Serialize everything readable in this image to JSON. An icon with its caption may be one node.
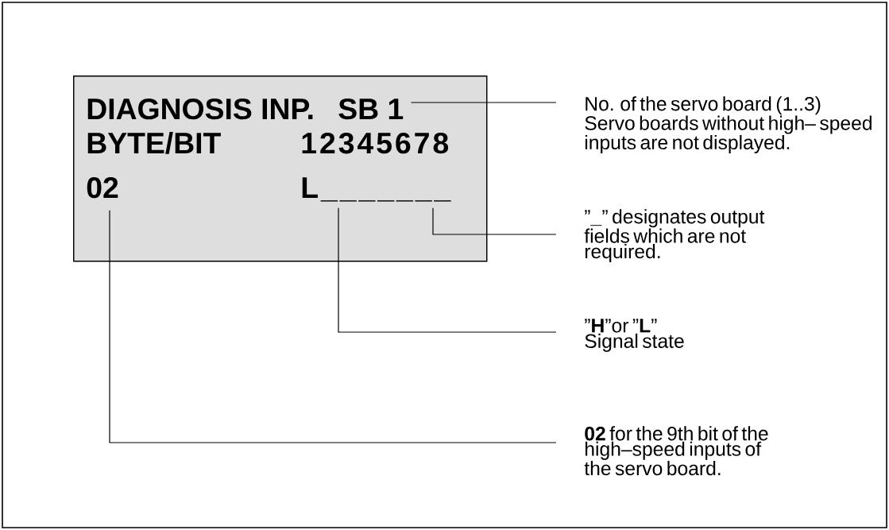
{
  "diagram": {
    "nodes": [
      {
        "text": [],
        "shape": "box"
      },
      {
        "text": [
          "DIAGNOSIS INP."
        ],
        "in": 0
      },
      {
        "text": [
          "SB 1"
        ],
        "in": 0
      },
      {
        "text": [
          "BYTE/BIT"
        ],
        "in": 0
      },
      {
        "text": [
          "12345678"
        ],
        "in": 0
      },
      {
        "text": [
          "02"
        ],
        "in": 0
      },
      {
        "text": [
          "L_______"
        ],
        "in": 0
      },
      {
        "text": [
          "No. of the servo board (1..3)",
          "Servo boards without high– speed inputs are not displayed."
        ]
      },
      {
        "text": [
          "”**_**” designates output fields which are not required."
        ]
      },
      {
        "text": [
          "”**H**”or ”**L**”",
          "Signal state"
        ]
      },
      {
        "text": [
          "**02** for the 9th bit of the high–speed inputs of the servo board."
        ]
      }
    ],
    "edges": [
      {
        "from": 7,
        "to": 2,
        "arrow": "none"
      },
      {
        "from": 8,
        "to": 6,
        "arrow": "none"
      },
      {
        "from": 9,
        "to": 6,
        "arrow": "none"
      },
      {
        "from": 10,
        "to": 5,
        "arrow": "none"
      }
    ]
  }
}
